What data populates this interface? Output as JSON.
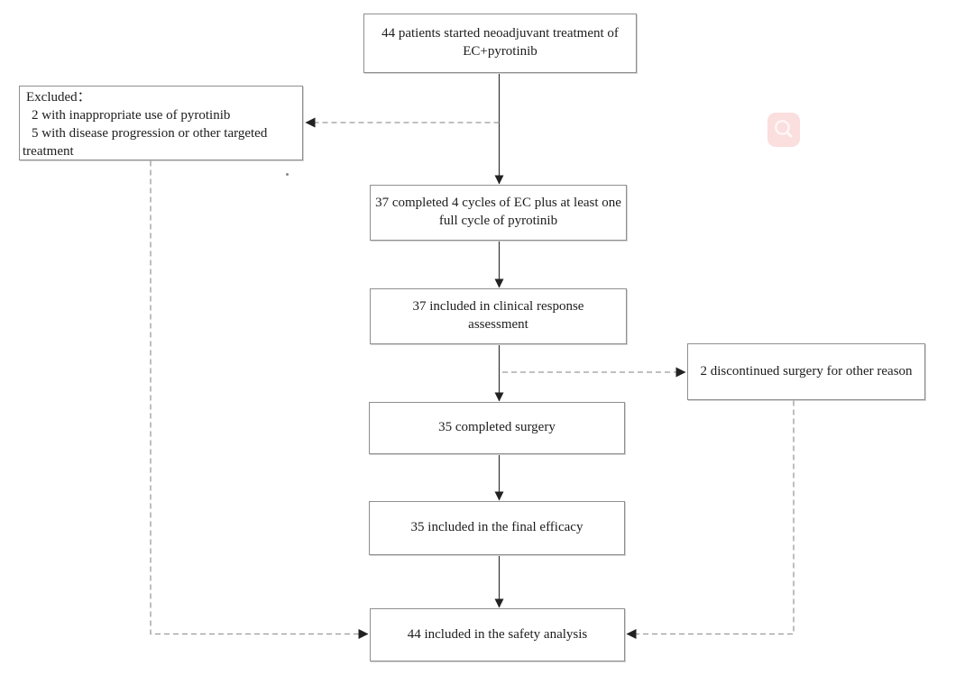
{
  "flowchart": {
    "nodes": {
      "start": {
        "text": "44 patients started neoadjuvant treatment of EC+pyrotinib"
      },
      "excluded": {
        "title": "Excluded：",
        "items": [
          "2 with inappropriate use of pyrotinib",
          "5 with disease progression or other targeted treatment"
        ]
      },
      "completed_cycles": {
        "text": "37 completed 4 cycles of EC plus at least one full cycle of pyrotinib"
      },
      "clinical_response": {
        "text": "37 included in clinical response assessment"
      },
      "discontinued_surgery": {
        "text": "2 discontinued surgery for other reason"
      },
      "completed_surgery": {
        "text": "35 completed surgery"
      },
      "final_efficacy": {
        "text": "35 included in the final efficacy"
      },
      "safety_analysis": {
        "text": "44 included in the safety analysis"
      }
    },
    "colors": {
      "background": "#ffffff",
      "box_border": "#8f8f8f",
      "text": "#1d1d1d",
      "solid_arrow": "#333333",
      "dashed_line": "#9b9b9b",
      "arrowhead": "#222222"
    }
  },
  "overlay": {
    "icon": "magnifier-icon",
    "bg_color": "#fbdede",
    "glyph_color": "#fff6f6"
  }
}
